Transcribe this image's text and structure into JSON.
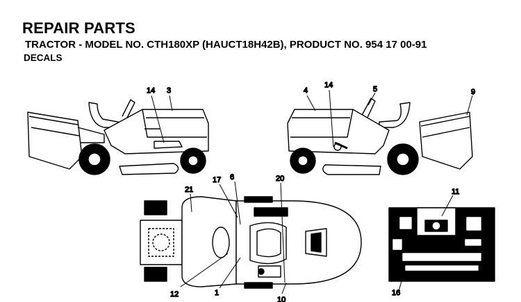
{
  "header": {
    "title": "REPAIR PARTS",
    "subtitle": "TRACTOR - MODEL NO. CTH180XP (HAUCT18H42B), PRODUCT NO. 954 17 00-91",
    "section": "DECALS"
  },
  "callouts": {
    "left_view": [
      "14",
      "3"
    ],
    "right_view": [
      "4",
      "14",
      "5",
      "9"
    ],
    "top_view": [
      "21",
      "17",
      "6",
      "20",
      "12",
      "1",
      "10"
    ],
    "dash_view": [
      "11",
      "16"
    ]
  },
  "colors": {
    "ink": "#000000",
    "paper": "#ffffff",
    "shade": "#d9d9d9"
  }
}
